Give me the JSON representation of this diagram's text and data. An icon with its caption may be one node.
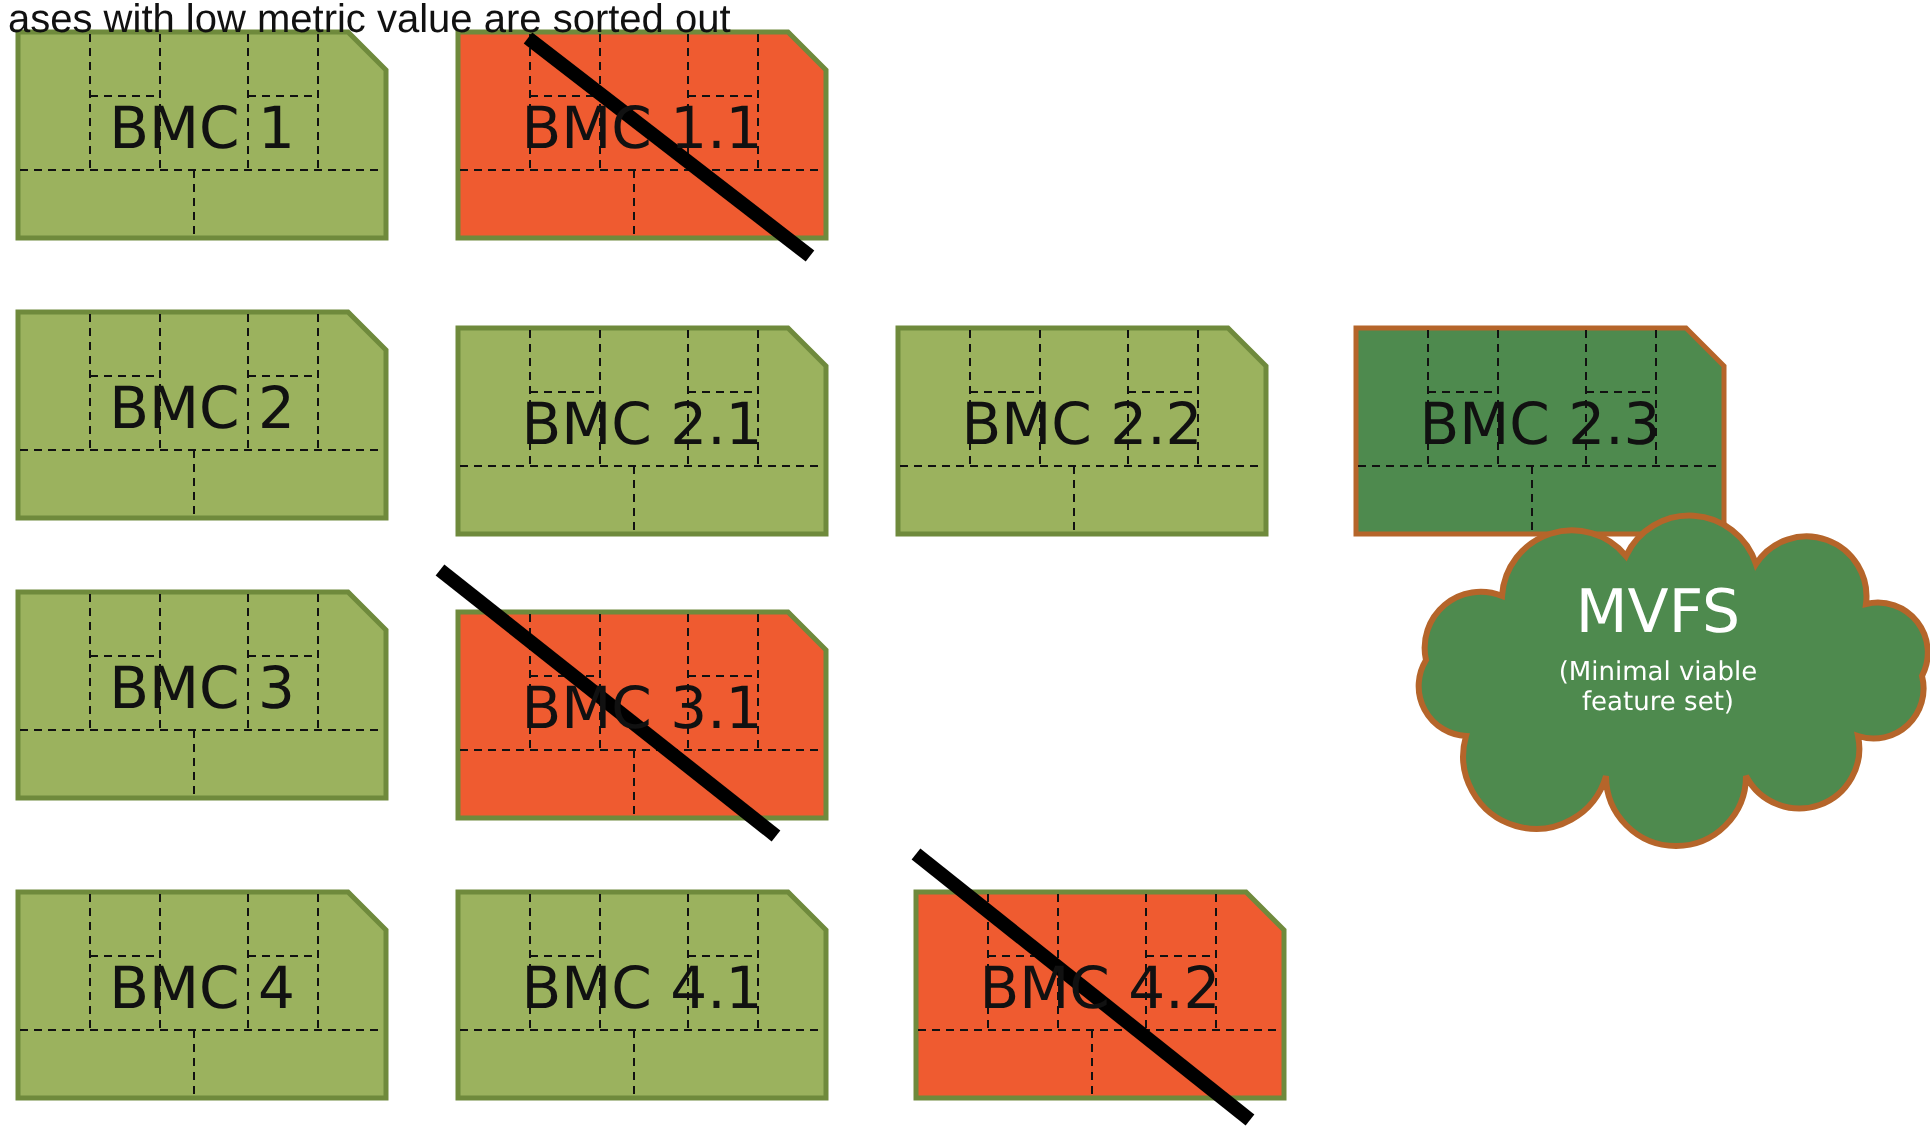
{
  "diagram": {
    "title": "ases with low metric value are sorted out",
    "nodes": [
      {
        "text": [
          "BMC 1"
        ]
      },
      {
        "text": [
          "BMC 1.1"
        ]
      },
      {
        "text": [
          "BMC 2"
        ]
      },
      {
        "text": [
          "BMC 2.1"
        ]
      },
      {
        "text": [
          "BMC 2.2"
        ]
      },
      {
        "text": [
          "BMC 2.3"
        ]
      },
      {
        "text": [
          "MVFS",
          "(Minimal viable feature set)"
        ]
      },
      {
        "text": [
          "BMC 3"
        ]
      },
      {
        "text": [
          "BMC 3.1"
        ]
      },
      {
        "text": [
          "BMC 4"
        ]
      },
      {
        "text": [
          "BMC 4.1"
        ]
      },
      {
        "text": [
          "BMC 4.2"
        ]
      }
    ],
    "edges": []
  }
}
